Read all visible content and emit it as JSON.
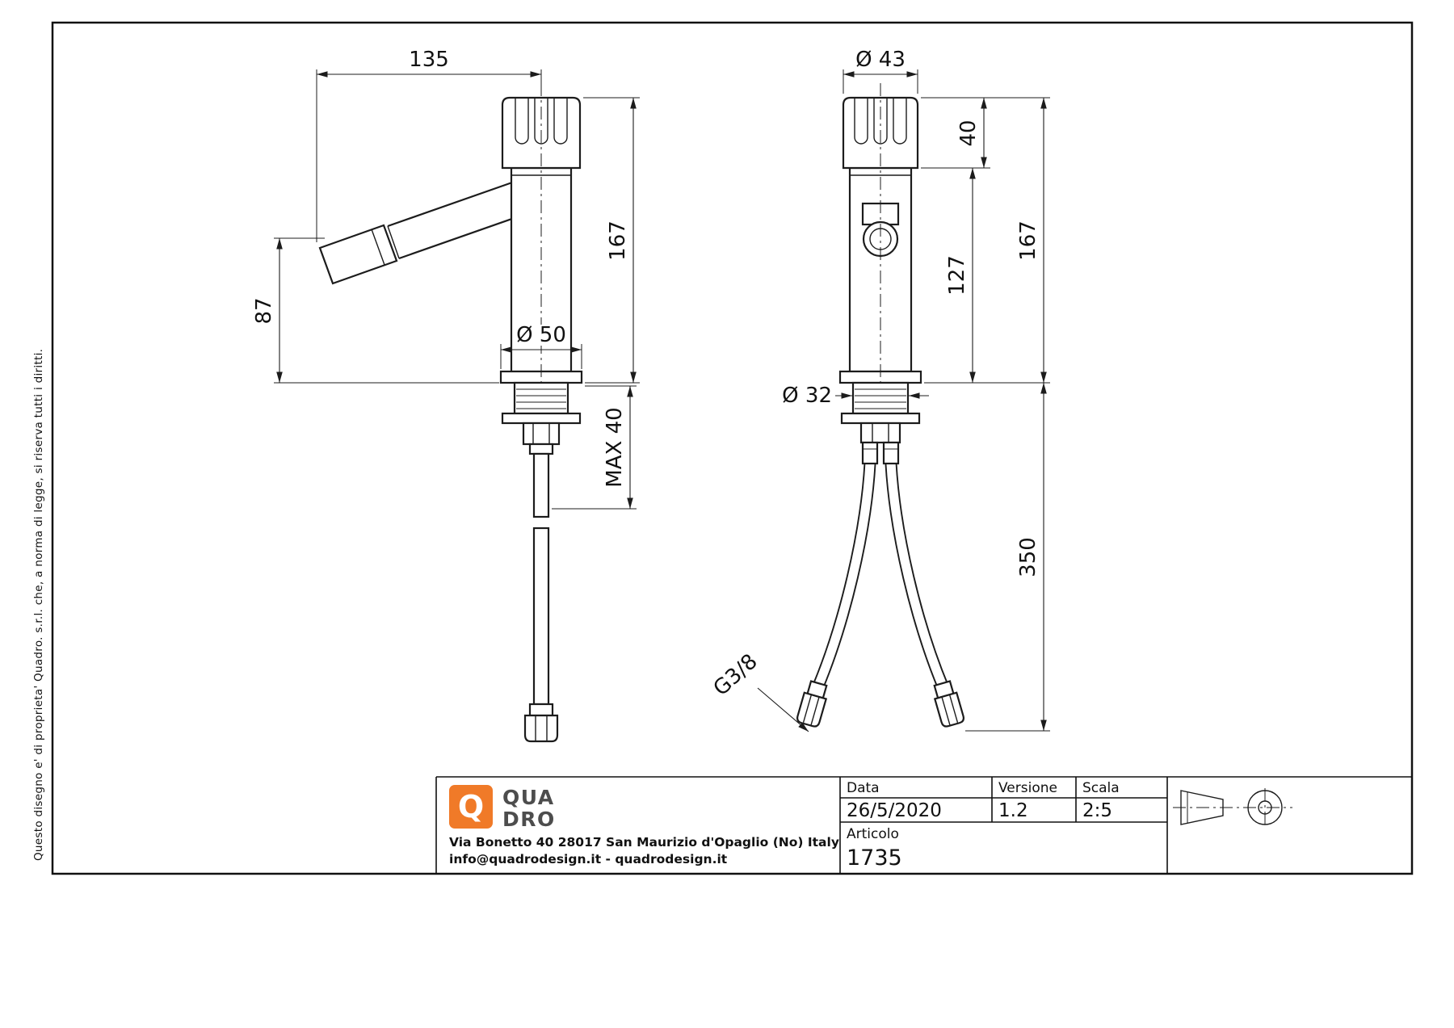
{
  "sheet": {
    "copyright": "Questo disegno e' di proprieta' Quadro. s.r.l. che, a norma di legge, si riserva tutti i diritti."
  },
  "views": {
    "side": {
      "spout_reach": "135",
      "spout_height": "87",
      "body_height": "167",
      "base_diameter": "Ø 50",
      "max_mounting": "MAX 40"
    },
    "front": {
      "top_diameter": "Ø 43",
      "handle_height": "40",
      "lower_height": "127",
      "body_height": "167",
      "shank_diameter": "Ø 32",
      "hose_length": "350",
      "thread": "G3/8"
    }
  },
  "title_block": {
    "logo": {
      "q": "Q",
      "line1": "QUA",
      "line2": "DRO"
    },
    "address_line1": "Via Bonetto 40  28017 San Maurizio d'Opaglio (No) Italy",
    "address_line2": "info@quadrodesign.it  -  quadrodesign.it",
    "fields": {
      "data_label": "Data",
      "data_value": "26/5/2020",
      "versione_label": "Versione",
      "versione_value": "1.2",
      "scala_label": "Scala",
      "scala_value": "2:5",
      "articolo_label": "Articolo",
      "articolo_value": "1735"
    }
  },
  "colors": {
    "accent": "#F07A28",
    "line": "#1c1c1c"
  }
}
